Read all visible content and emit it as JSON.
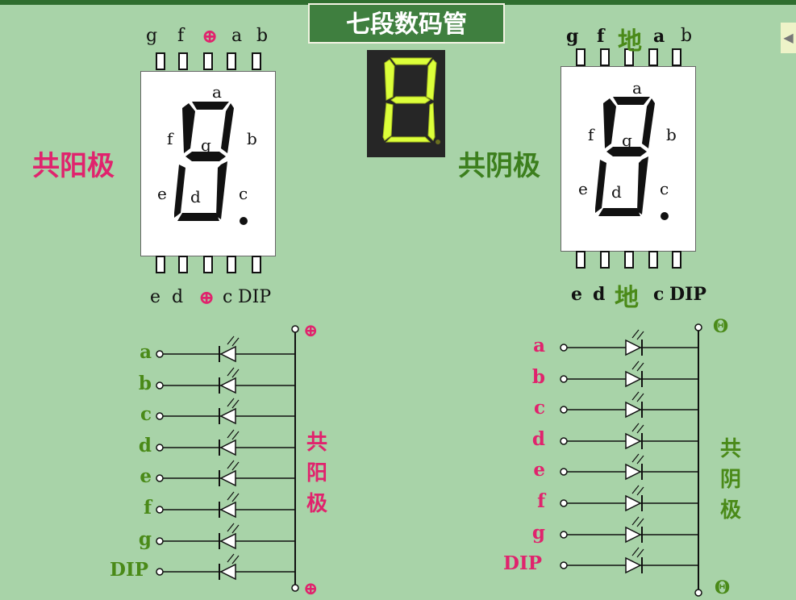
{
  "title": "七段数码管",
  "nav_symbol": "◀",
  "left_chip": {
    "type_label": "共阳极",
    "top_pins": [
      "g",
      "f",
      "⊕",
      "a",
      "b"
    ],
    "bottom_pins": [
      "e",
      "d",
      "⊕",
      "c",
      "DIP"
    ],
    "segments": [
      "a",
      "b",
      "c",
      "d",
      "e",
      "f",
      "g"
    ]
  },
  "right_chip": {
    "type_label": "共阴极",
    "top_pins": [
      "g",
      "f",
      "地",
      "a",
      "b"
    ],
    "bottom_pins": [
      "e",
      "d",
      "地",
      "c",
      "DIP"
    ],
    "segments": [
      "a",
      "b",
      "c",
      "d",
      "e",
      "f",
      "g"
    ]
  },
  "left_circuit": {
    "channels": [
      "a",
      "b",
      "c",
      "d",
      "e",
      "f",
      "g",
      "DIP"
    ],
    "terminal_top": "⊕",
    "terminal_bottom": "⊕",
    "vertical_label": [
      "共",
      "阳",
      "极"
    ]
  },
  "right_circuit": {
    "channels": [
      "a",
      "b",
      "c",
      "d",
      "e",
      "f",
      "g",
      "DIP"
    ],
    "terminal_top": "Θ",
    "terminal_bottom": "Θ",
    "vertical_label": [
      "共",
      "阴",
      "极"
    ]
  },
  "colors": {
    "background": "#a8d3a8",
    "title_bg": "#3f7f3f",
    "pink": "#e0236d",
    "green": "#3c7f1d",
    "led_segment": "#dcff3a"
  }
}
